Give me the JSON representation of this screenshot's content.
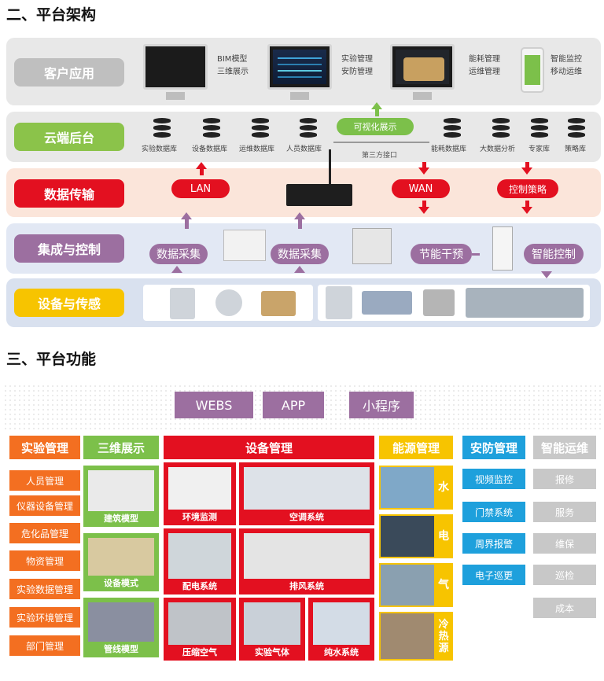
{
  "section2": {
    "title": "二、平台架构"
  },
  "section3": {
    "title": "三、平台功能"
  },
  "architecture": {
    "rows": {
      "client": "客户应用",
      "cloud": "云端后台",
      "transmission": "数据传输",
      "integration": "集成与控制",
      "device": "设备与传感"
    },
    "client_labels": {
      "bim": [
        "BIM模型",
        "三维展示"
      ],
      "lab": [
        "实验管理",
        "安防管理"
      ],
      "energy": [
        "能耗管理",
        "运维管理"
      ],
      "mobile": [
        "智能监控",
        "移动运维"
      ]
    },
    "visual_display": "可视化展示",
    "third_party": "第三方接口",
    "databases_left": [
      "实验数据库",
      "设备数据库",
      "运维数据库",
      "人员数据库"
    ],
    "databases_right": [
      "能耗数据库",
      "大数据分析",
      "专家库",
      "策略库"
    ],
    "transmission": {
      "lan": "LAN",
      "wan": "WAN",
      "control": "控制策略"
    },
    "integration": {
      "collect1": "数据采集",
      "collect2": "数据采集",
      "energy_save": "节能干预",
      "smart_control": "智能控制"
    }
  },
  "functions": {
    "top_tabs": [
      "WEBS",
      "APP",
      "小程序"
    ],
    "columns": {
      "lab": "实验管理",
      "threed": "三维展示",
      "equipment": "设备管理",
      "energy": "能源管理",
      "security": "安防管理",
      "ops": "智能运维"
    },
    "lab_items": [
      "人员管理",
      "仪器设备管理",
      "危化品管理",
      "物资管理",
      "实验数据管理",
      "实验环境管理",
      "部门管理"
    ],
    "threed_items": [
      "建筑模型",
      "设备模式",
      "管线模型"
    ],
    "equipment_items": [
      "环境监测",
      "空调系统",
      "配电系统",
      "排风系统",
      "压缩空气",
      "实验气体",
      "纯水系统"
    ],
    "energy_items": [
      "水",
      "电",
      "气",
      "冷热源"
    ],
    "security_items": [
      "视频监控",
      "门禁系统",
      "周界报警",
      "电子巡更"
    ],
    "ops_items": [
      "报修",
      "服务",
      "维保",
      "巡检",
      "成本"
    ]
  }
}
